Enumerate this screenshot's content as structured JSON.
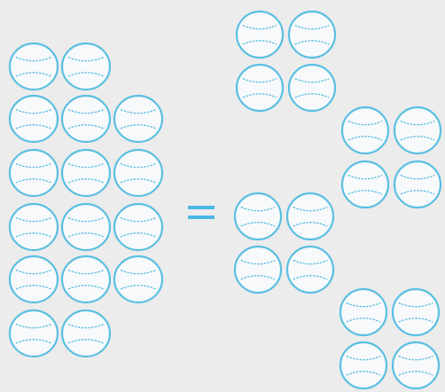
{
  "colors": {
    "background": "#ececec",
    "ball_fill": "#f7f9fa",
    "ball_outline": "#5bbfe1",
    "ball_stitch": "#56bbdf",
    "equals_sign": "#4bb9e3"
  },
  "left_group": {
    "rows": [
      2,
      3,
      3,
      3,
      3,
      2
    ],
    "total_balls": 16
  },
  "equals_sign": {
    "icon": "equals-icon"
  },
  "right_groups": [
    {
      "rows": [
        2,
        2
      ],
      "balls": 4
    },
    {
      "rows": [
        2,
        2
      ],
      "balls": 4
    },
    {
      "rows": [
        2,
        2
      ],
      "balls": 4
    },
    {
      "rows": [
        2,
        2
      ],
      "balls": 4
    }
  ]
}
